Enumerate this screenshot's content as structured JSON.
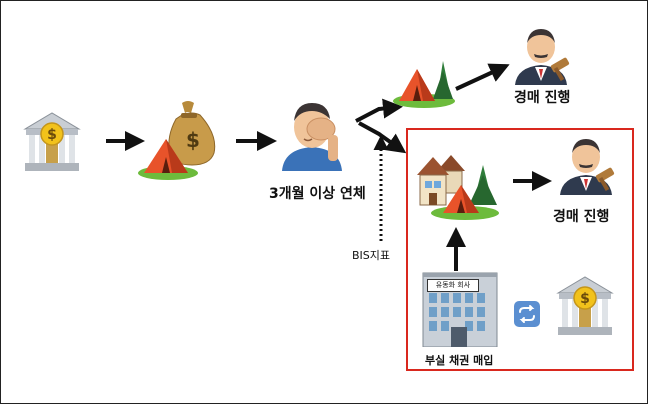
{
  "labels": {
    "overdue": "3개월 이상 연체",
    "auction_top": "경매 진행",
    "auction_right": "경매 진행",
    "bis": "BIS지표",
    "company_sign": "유동화 회사",
    "npl_purchase": "부실 채권 매입"
  },
  "icons": {
    "bank_left": "bank-icon",
    "money_bag": "money-bag-icon",
    "tent_bag": "camping-tent-icon",
    "facepalm": "facepalm-person-icon",
    "tent_top": "camping-tent-icon",
    "judge_top": "judge-man-icon",
    "houses": "houses-icon",
    "tent_box": "camping-tent-icon",
    "judge_box": "judge-man-icon",
    "office_building": "office-building-icon",
    "exchange": "repeat-arrows-icon",
    "bank_right": "bank-icon"
  },
  "colors": {
    "frame": "#d9281e",
    "arrow": "#111111",
    "gold": "#e7b32c",
    "tent": "#e8532a",
    "grass": "#6dbb3c",
    "tree": "#2f7d3a"
  }
}
